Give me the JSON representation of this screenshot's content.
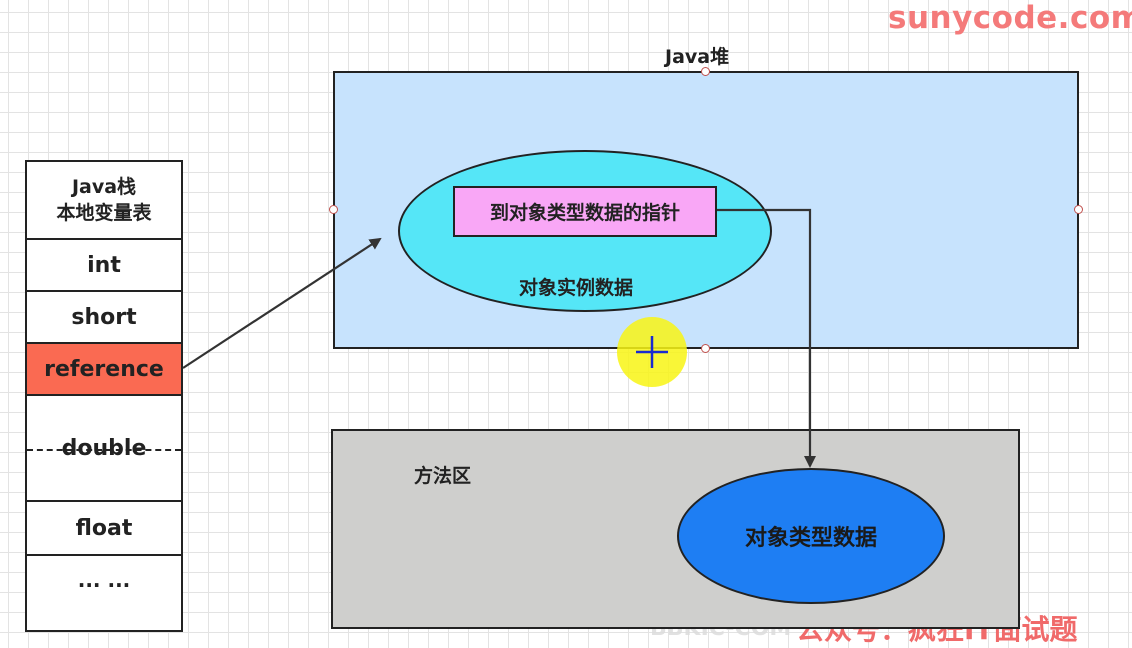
{
  "watermarks": {
    "top": "sunycode.com",
    "bottom_ghost": "BBKIC-COM",
    "bottom": "公众号：疯狂IT面试题"
  },
  "java_stack": {
    "title_line1": "Java栈",
    "title_line2": "本地变量表",
    "cells": [
      "int",
      "short",
      "reference",
      "double",
      "float",
      "... ..."
    ]
  },
  "java_heap": {
    "label": "Java堆",
    "instance_data_label": "对象实例数据",
    "type_pointer_label": "到对象类型数据的指针"
  },
  "method_area": {
    "label": "方法区",
    "type_data_label": "对象类型数据"
  },
  "colors": {
    "grid": "#e3e3e3",
    "reference_cell": "#fa6a52",
    "heap_fill": "#c7e3fd",
    "instance_ellipse": "#55e6f7",
    "pointer_box": "#f9a7f6",
    "method_area_fill": "#cfcfcd",
    "type_ellipse": "#1e7ef3",
    "watermark": "#f47a7a",
    "cursor_halo": "#f8f414"
  },
  "icons": {
    "cursor": "crosshair-cursor-icon",
    "handle": "selection-handle-icon"
  }
}
